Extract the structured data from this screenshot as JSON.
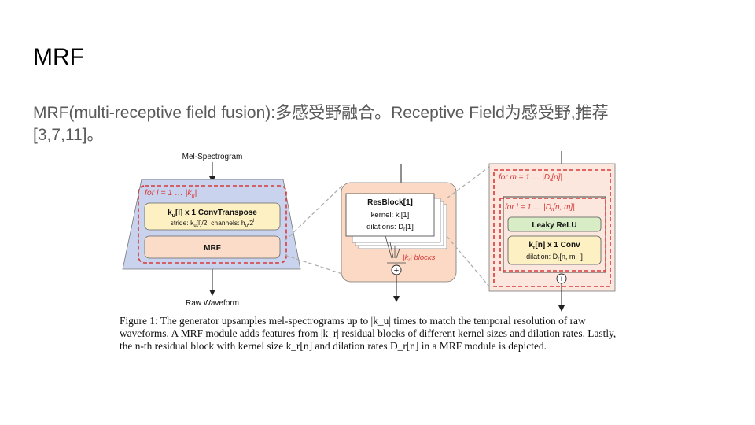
{
  "slide": {
    "title": "MRF",
    "body_line1": "MRF(multi-receptive field fusion):多感受野融合。Receptive Field为感受野,推荐",
    "body_line2": "[3,7,11]。"
  },
  "diagram": {
    "left": {
      "input_label": "Mel-Spectrogram",
      "output_label": "Raw Waveform",
      "loop_label": "for  l = 1 … |k",
      "loop_sub": "u",
      "loop_end": "|",
      "convt_title": "k",
      "convt_title_sub": "u",
      "convt_title_rest": "[l] x 1  ConvTranspose",
      "convt_detail": "stride: k",
      "convt_detail_sub": "u",
      "convt_detail_rest": "[l]/2, channels: h",
      "convt_detail_sub2": "u",
      "convt_detail_end": "/2",
      "convt_detail_sup": "l",
      "mrf_label": "MRF"
    },
    "middle": {
      "resblock_title": "ResBlock[1]",
      "kernel_label": "kernel: k",
      "kernel_sub": "r",
      "kernel_rest": "[1]",
      "dilation_label": "dilations: D",
      "dilation_sub": "r",
      "dilation_rest": "[1]",
      "blocks_label": "|k",
      "blocks_sub": "r",
      "blocks_rest": "| blocks",
      "plus_symbol": "+"
    },
    "right": {
      "outer_loop": "for  m = 1 … |D",
      "outer_loop_sub": "r",
      "outer_loop_rest": "[n]|",
      "inner_loop": "for  l = 1 … |D",
      "inner_loop_sub": "r",
      "inner_loop_rest": "[n, m]|",
      "leaky_label": "Leaky ReLU",
      "conv_title": "k",
      "conv_title_sub": "r",
      "conv_title_rest": "[n] x 1  Conv",
      "conv_detail": "dilation: D",
      "conv_detail_sub": "r",
      "conv_detail_rest": "[n, m, l]",
      "plus_symbol": "+"
    },
    "caption": "Figure 1: The generator upsamples mel-spectrograms up to |k_u| times to match the temporal resolution of raw waveforms. A MRF module adds features from |k_r| residual blocks of different kernel sizes and dilation rates. Lastly, the n-th residual block with kernel size k_r[n] and dilation rates D_r[n] in a MRF module is depicted."
  },
  "colors": {
    "trapezoid_fill": "#c9d3ee",
    "dashed_red": "#d83a3a",
    "convt_fill": "#fdf0c2",
    "mrf_fill": "#fbdcc8",
    "middle_panel_fill": "#fbd9c4",
    "right_panel_fill": "#fbe7de",
    "leaky_fill": "#d8ecc5",
    "conv_fill": "#fdf0c2"
  }
}
